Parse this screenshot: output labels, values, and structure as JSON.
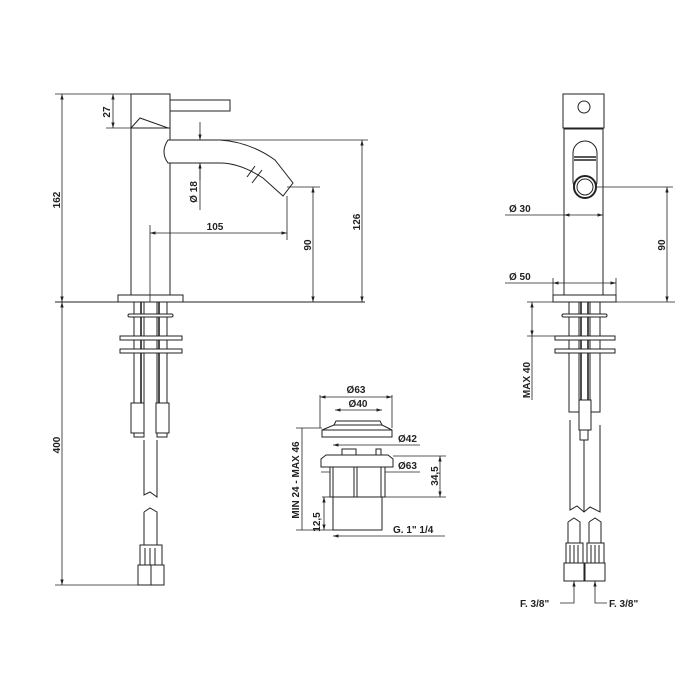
{
  "title": "Bidet mixer technical drawing",
  "side_view": {
    "height_total": "162",
    "handle_height": "27",
    "spout_diameter": "Ø 18",
    "spout_reach": "105",
    "outlet_height": "90",
    "spout_height": "126",
    "hose_length": "400"
  },
  "waste_view": {
    "cap_diameter": "Ø63",
    "inner_diameter": "Ø40",
    "body_diameter": "Ø42",
    "flange_diameter": "Ø63",
    "body_height": "34,5",
    "thickness_range": "MIN 24 - MAX 46",
    "thread_length": "12,5",
    "thread": "G. 1\" 1/4"
  },
  "front_view": {
    "body_diameter": "Ø  30",
    "base_diameter": "Ø  50",
    "outlet_height": "90",
    "max_deck": "MAX 40",
    "connection_left": "F. 3/8\"",
    "connection_right": "F. 3/8\""
  }
}
